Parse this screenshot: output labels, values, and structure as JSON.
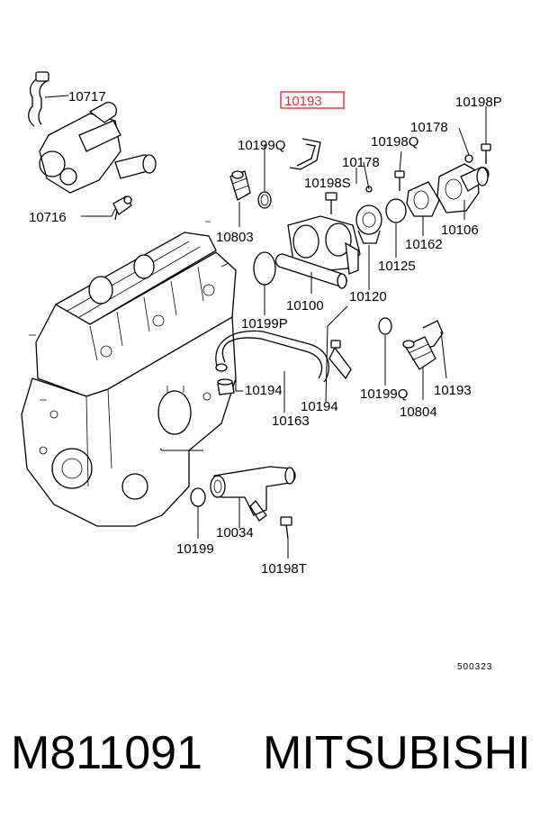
{
  "diagram": {
    "highlight_color": "#e0303a",
    "highlighted_part": "10193",
    "part_labels": {
      "p10717": "10717",
      "p10716": "10716",
      "p10193_top": "10193",
      "p10199Q_left": "10199Q",
      "p10198S": "10198S",
      "p10803": "10803",
      "p10178_mid": "10178",
      "p10198Q": "10198Q",
      "p10178_top": "10178",
      "p10198P": "10198P",
      "p10106": "10106",
      "p10162": "10162",
      "p10125": "10125",
      "p10120": "10120",
      "p10100": "10100",
      "p10199P": "10199P",
      "p10194_left": "10194",
      "p10194_right": "10194",
      "p10163": "10163",
      "p10199Q_right": "10199Q",
      "p10193_right": "10193",
      "p10804": "10804",
      "p10034": "10034",
      "p10199": "10199",
      "p10198T": "10198T"
    },
    "drawing_code": "500323"
  },
  "caption": {
    "part_number": "M811091",
    "brand": "MITSUBISHI"
  }
}
